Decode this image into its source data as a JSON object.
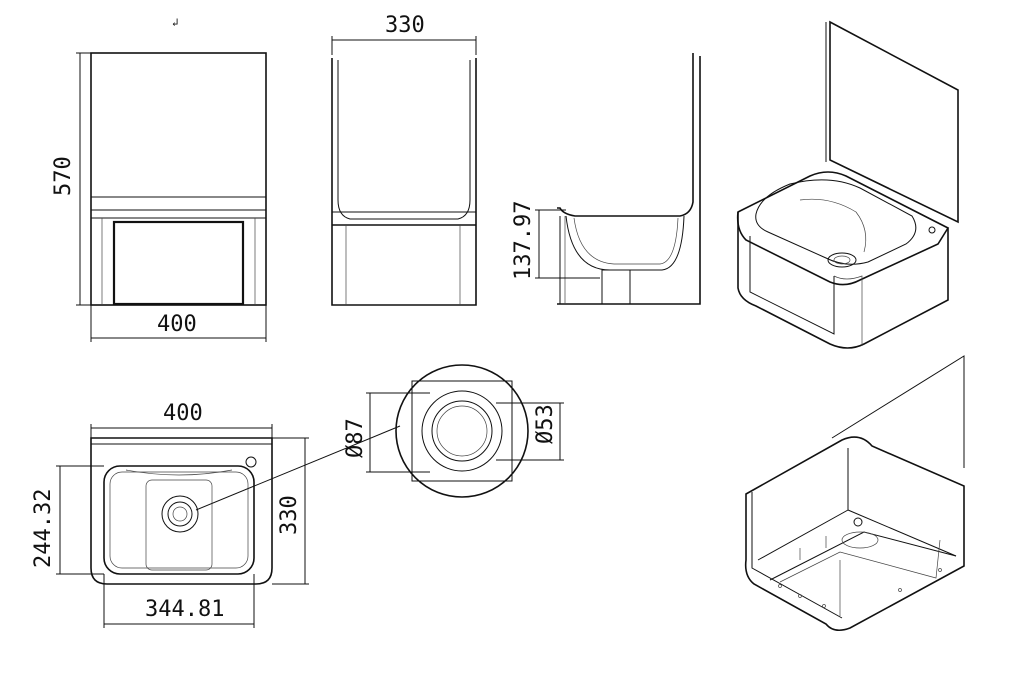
{
  "dimensions": {
    "height_570": "570",
    "front_width_400": "400",
    "side_depth_330": "330",
    "bowl_depth": "137.97",
    "top_width_400": "400",
    "top_depth_330": "330",
    "bowl_length": "244.32",
    "bowl_width": "344.81",
    "drain_outer": "Ø87",
    "drain_inner": "Ø53"
  },
  "colors": {
    "line": "#111111",
    "background": "#ffffff"
  }
}
